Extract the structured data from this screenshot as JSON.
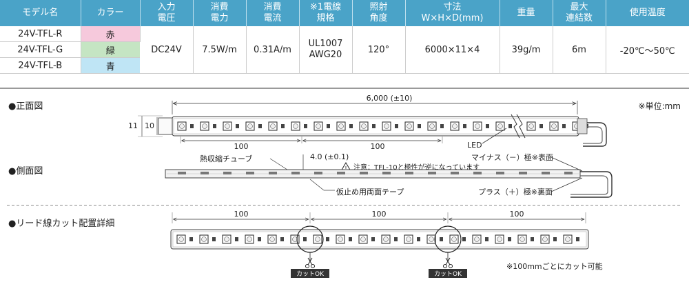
{
  "table": {
    "headers": [
      "モデル名",
      "カラー",
      "入力\n電圧",
      "消費\n電力",
      "消費\n電流",
      "※1電線\n規格",
      "照射\n角度",
      "寸法\nW×H×D(mm)",
      "重量",
      "最大\n連結数",
      "使用温度"
    ],
    "rows": [
      {
        "model": "24V-TFL-R",
        "color": "赤",
        "color_class": "c-red"
      },
      {
        "model": "24V-TFL-G",
        "color": "緑",
        "color_class": "c-green"
      },
      {
        "model": "24V-TFL-B",
        "color": "青",
        "color_class": "c-blue"
      }
    ],
    "shared": {
      "voltage": "DC24V",
      "power": "7.5W/m",
      "current": "0.31A/m",
      "wire": "UL1007\nAWG20",
      "angle": "120°",
      "dimensions": "6000×11×4",
      "weight": "39g/m",
      "max_links": "6m",
      "temperature": "-20℃～50℃"
    },
    "header_color": "#4aa3c8"
  },
  "front": {
    "title": "●正面図",
    "unit_note": "※単位:mm",
    "total_length": "6,000 (±10)",
    "height_outer": "11",
    "height_inner": "10",
    "pitch_left": "100",
    "pitch_mid": "100",
    "led_label": "LED"
  },
  "side": {
    "title": "●側面図",
    "tube_label": "熱収縮チューブ",
    "thickness": "4.0 (±0.1)",
    "caution": "注意：TFL-10と極性が逆になっています",
    "minus_label": "マイナス（－）極※表面",
    "plus_label": "プラス（＋）極※裏面",
    "tape_label": "仮止め用両面テープ"
  },
  "cut": {
    "title": "●リード線カット配置詳細",
    "pitch": [
      "100",
      "100",
      "100"
    ],
    "cut_label": "カットOK",
    "note": "※100mmごとにカット可能"
  }
}
